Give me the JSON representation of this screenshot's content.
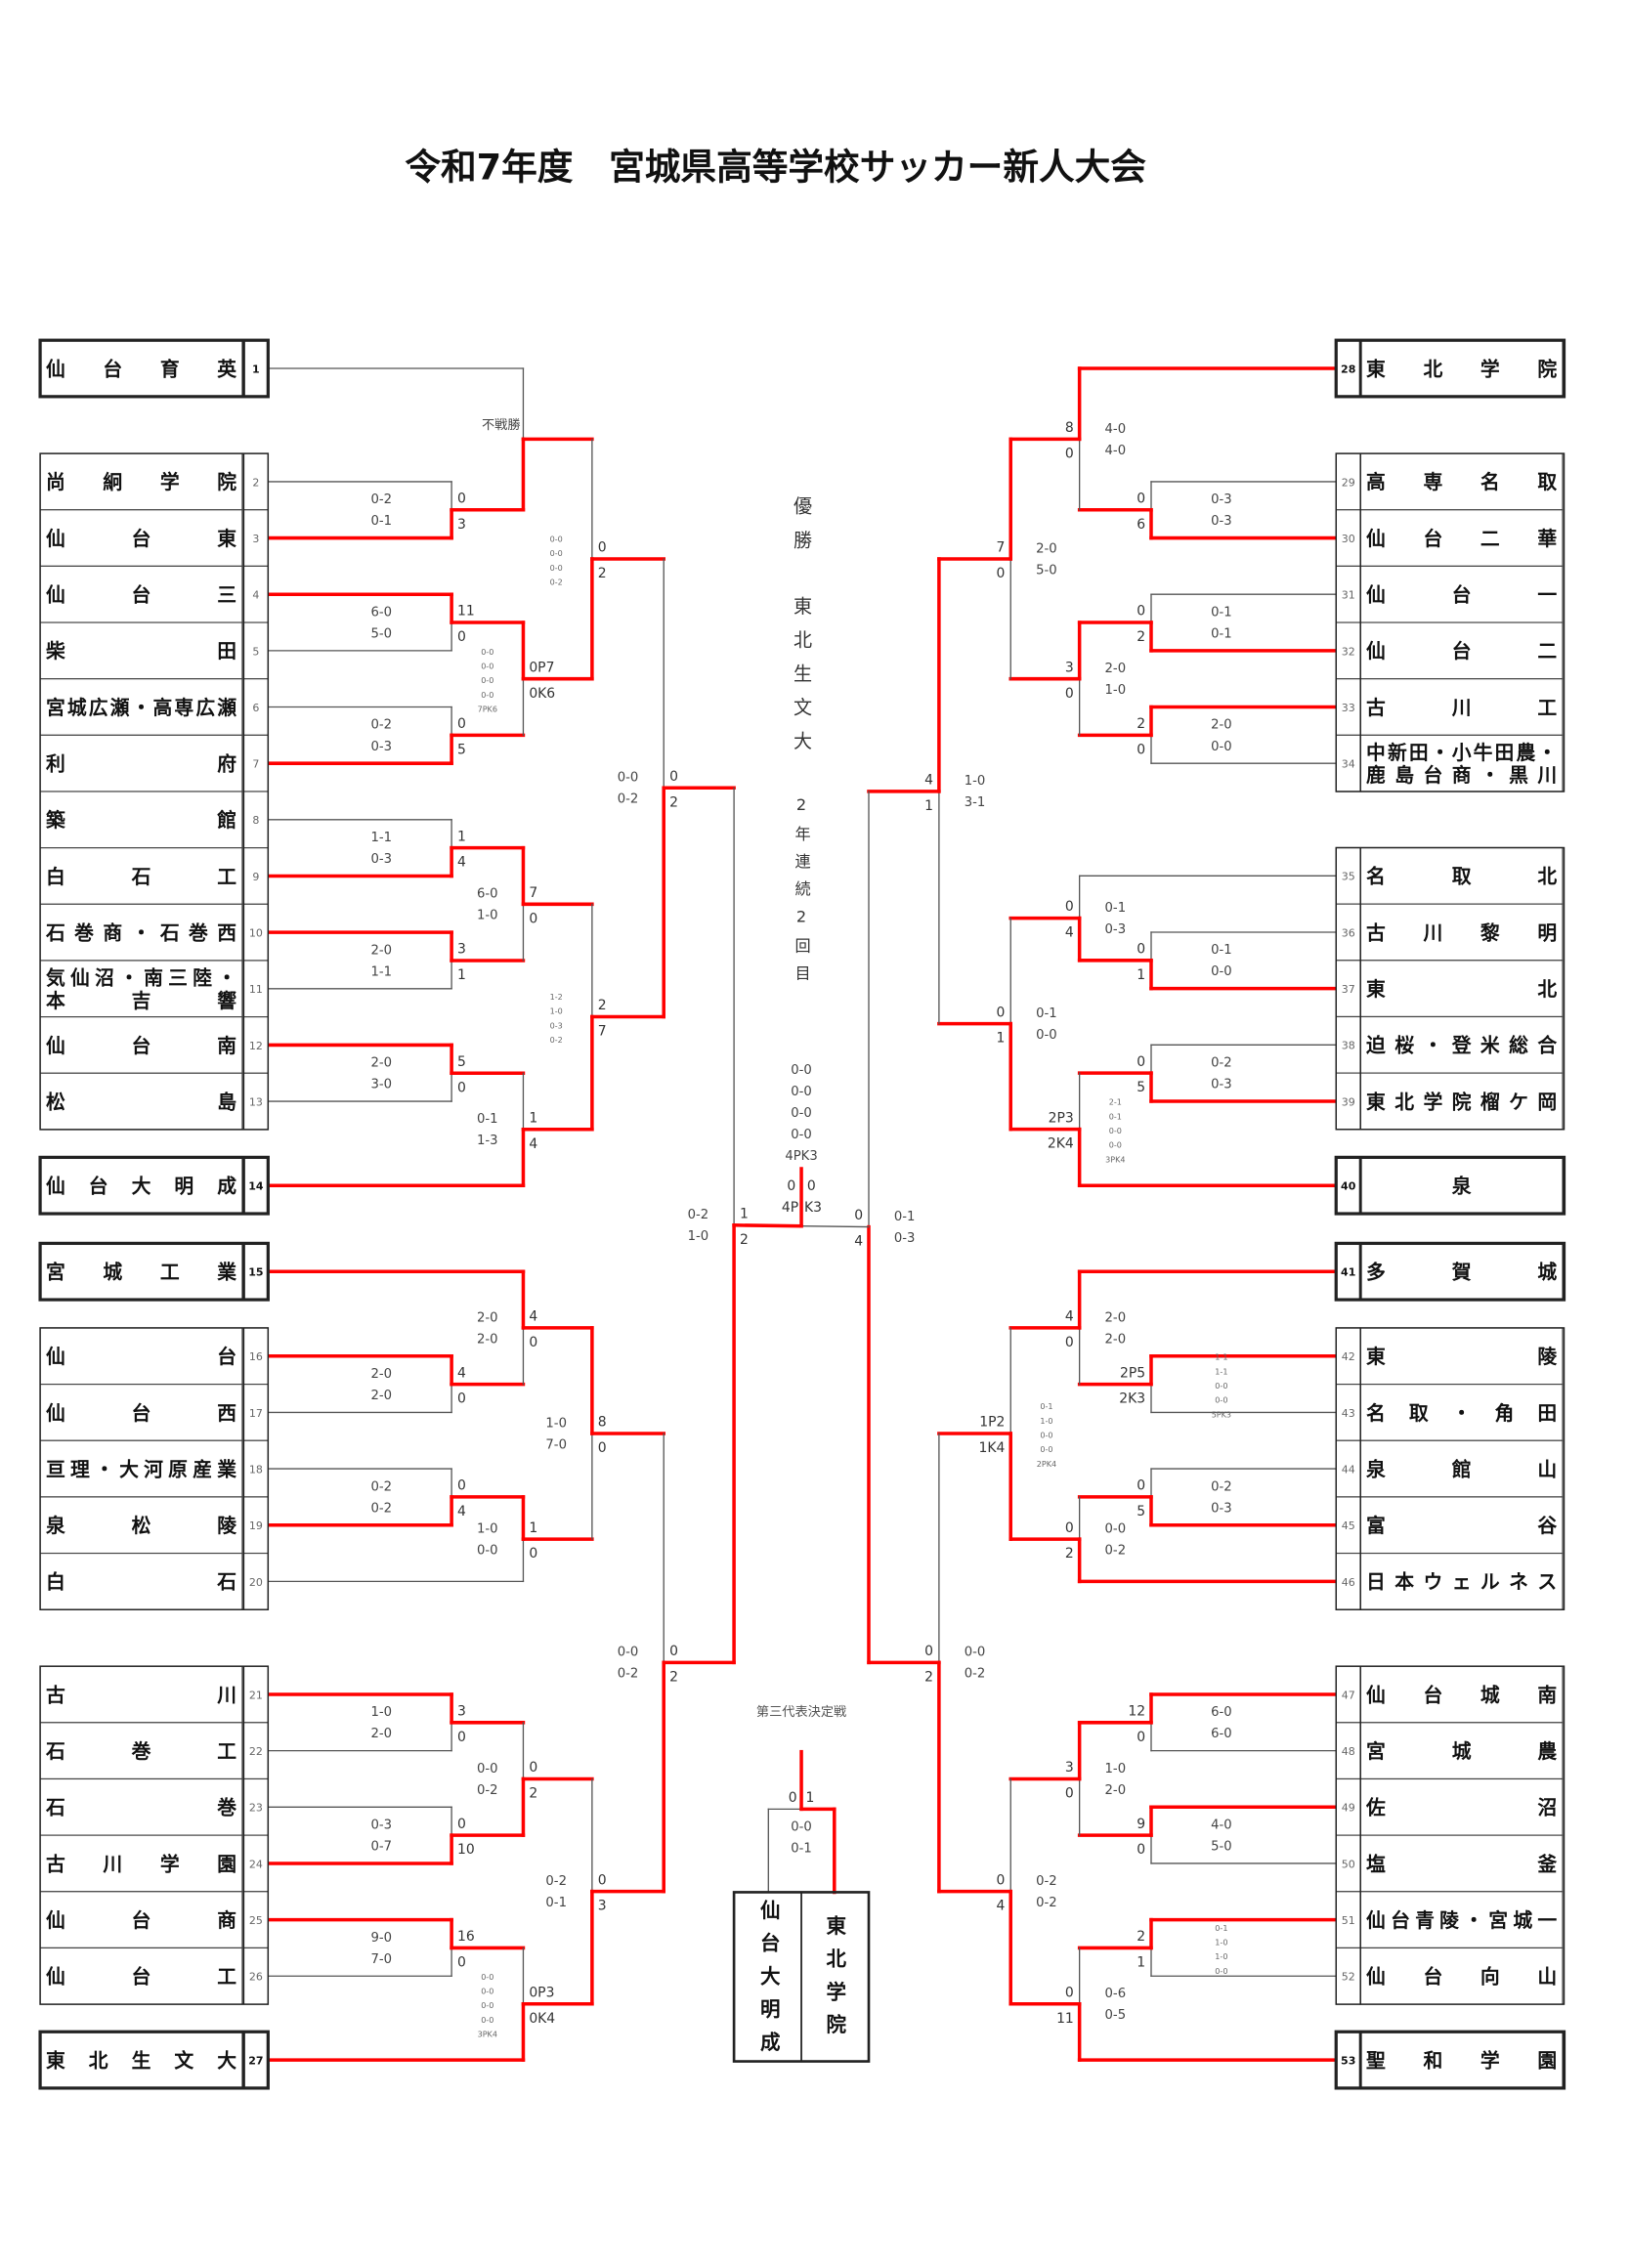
{
  "title": "令和7年度　宮城県高等学校サッカー新人大会",
  "colors": {
    "winner_line": "#ff0000",
    "bracket_line": "#555555"
  },
  "champion_banner": {
    "label": "優勝",
    "team": "東北生文大",
    "note": "2年連続2回目"
  },
  "teams": [
    {
      "no": 1,
      "name": "仙台育英",
      "seed": true
    },
    {
      "no": 2,
      "name": "尚絅学院"
    },
    {
      "no": 3,
      "name": "仙台東"
    },
    {
      "no": 4,
      "name": "仙台三"
    },
    {
      "no": 5,
      "name": "柴田"
    },
    {
      "no": 6,
      "name": "宮城広瀬・高専広瀬"
    },
    {
      "no": 7,
      "name": "利府"
    },
    {
      "no": 8,
      "name": "築館"
    },
    {
      "no": 9,
      "name": "白石工"
    },
    {
      "no": 10,
      "name": "石巻商・石巻西"
    },
    {
      "no": 11,
      "name": [
        "気仙沼・南三陸・",
        "本吉響"
      ]
    },
    {
      "no": 12,
      "name": "仙台南"
    },
    {
      "no": 13,
      "name": "松島"
    },
    {
      "no": 14,
      "name": "仙台大明成",
      "seed": true
    },
    {
      "no": 15,
      "name": "宮城工業",
      "seed": true
    },
    {
      "no": 16,
      "name": "仙台"
    },
    {
      "no": 17,
      "name": "仙台西"
    },
    {
      "no": 18,
      "name": "亘理・大河原産業"
    },
    {
      "no": 19,
      "name": "泉松陵"
    },
    {
      "no": 20,
      "name": "白石"
    },
    {
      "no": 21,
      "name": "古川"
    },
    {
      "no": 22,
      "name": "石巻工"
    },
    {
      "no": 23,
      "name": "石巻"
    },
    {
      "no": 24,
      "name": "古川学園"
    },
    {
      "no": 25,
      "name": "仙台商"
    },
    {
      "no": 26,
      "name": "仙台工"
    },
    {
      "no": 27,
      "name": "東北生文大",
      "seed": true
    },
    {
      "no": 28,
      "name": "東北学院",
      "seed": true
    },
    {
      "no": 29,
      "name": "高専名取"
    },
    {
      "no": 30,
      "name": "仙台二華"
    },
    {
      "no": 31,
      "name": "仙台一"
    },
    {
      "no": 32,
      "name": "仙台二"
    },
    {
      "no": 33,
      "name": "古川工"
    },
    {
      "no": 34,
      "name": [
        "中新田・小牛田農・",
        "鹿島台商・黒川"
      ]
    },
    {
      "no": 35,
      "name": "名取北"
    },
    {
      "no": 36,
      "name": "古川黎明"
    },
    {
      "no": 37,
      "name": "東北"
    },
    {
      "no": 38,
      "name": "迫桜・登米総合"
    },
    {
      "no": 39,
      "name": "東北学院榴ケ岡"
    },
    {
      "no": 40,
      "name": "泉",
      "seed": true
    },
    {
      "no": 41,
      "name": "多賀城",
      "seed": true
    },
    {
      "no": 42,
      "name": "東陵"
    },
    {
      "no": 43,
      "name": "名取・角田"
    },
    {
      "no": 44,
      "name": "泉館山"
    },
    {
      "no": 45,
      "name": "富谷"
    },
    {
      "no": 46,
      "name": "日本ウェルネス"
    },
    {
      "no": 47,
      "name": "仙台城南"
    },
    {
      "no": 48,
      "name": "宮城農"
    },
    {
      "no": 49,
      "name": "佐沼"
    },
    {
      "no": 50,
      "name": "塩釜"
    },
    {
      "no": 51,
      "name": "仙台青陵・宮城一"
    },
    {
      "no": 52,
      "name": "仙台向山"
    },
    {
      "no": 53,
      "name": "聖和学園",
      "seed": true
    }
  ],
  "bracket": {
    "left": {
      "a": {
        "a": {
          "a": {
            "a": 1,
            "b": {
              "a": 2,
              "b": 3,
              "sa": "0",
              "sb": "3",
              "halves": [
                "0-2",
                "0-1"
              ],
              "winner": "b"
            },
            "note": "不戦勝",
            "winner": "b"
          },
          "b": {
            "a": {
              "a": 4,
              "b": 5,
              "sa": "11",
              "sb": "0",
              "halves": [
                "6-0",
                "5-0"
              ],
              "winner": "a"
            },
            "b": {
              "a": 6,
              "b": 7,
              "sa": "0",
              "sb": "5",
              "halves": [
                "0-2",
                "0-3"
              ],
              "winner": "b"
            },
            "sa": "0P7",
            "sb": "0K6",
            "halves": [
              "0-0",
              "0-0",
              "0-0",
              "0-0",
              "7PK6"
            ],
            "winner": "a"
          },
          "sa": "0",
          "sb": "2",
          "halves": [
            "0-0",
            "0-0",
            "0-0",
            "0-2"
          ],
          "winner": "b"
        },
        "b": {
          "a": {
            "a": {
              "a": 8,
              "b": 9,
              "sa": "1",
              "sb": "4",
              "halves": [
                "1-1",
                "0-3"
              ],
              "winner": "b"
            },
            "b": {
              "a": 10,
              "b": 11,
              "sa": "3",
              "sb": "1",
              "halves": [
                "2-0",
                "1-1"
              ],
              "winner": "a"
            },
            "sa": "7",
            "sb": "0",
            "halves": [
              "6-0",
              "1-0"
            ],
            "winner": "a"
          },
          "b": {
            "a": {
              "a": 12,
              "b": 13,
              "sa": "5",
              "sb": "0",
              "halves": [
                "2-0",
                "3-0"
              ],
              "winner": "a"
            },
            "b": 14,
            "sa": "1",
            "sb": "4",
            "halves": [
              "0-1",
              "1-3"
            ],
            "winner": "b"
          },
          "sa": "2",
          "sb": "7",
          "halves": [
            "1-2",
            "1-0",
            "0-3",
            "0-2"
          ],
          "winner": "b"
        },
        "sa": "0",
        "sb": "2",
        "halves": [
          "0-0",
          "0-2"
        ],
        "winner": "b"
      },
      "b": {
        "a": {
          "a": {
            "a": 15,
            "b": {
              "a": 16,
              "b": 17,
              "sa": "4",
              "sb": "0",
              "halves": [
                "2-0",
                "2-0"
              ],
              "winner": "a"
            },
            "sa": "4",
            "sb": "0",
            "halves": [
              "2-0",
              "2-0"
            ],
            "winner": "a"
          },
          "b": {
            "a": {
              "a": 18,
              "b": 19,
              "sa": "0",
              "sb": "4",
              "halves": [
                "0-2",
                "0-2"
              ],
              "winner": "b"
            },
            "b": 20,
            "sa": "1",
            "sb": "0",
            "halves": [
              "1-0",
              "0-0"
            ],
            "winner": "a"
          },
          "sa": "8",
          "sb": "0",
          "halves": [
            "1-0",
            "7-0"
          ],
          "winner": "a"
        },
        "b": {
          "a": {
            "a": {
              "a": 21,
              "b": 22,
              "sa": "3",
              "sb": "0",
              "halves": [
                "1-0",
                "2-0"
              ],
              "winner": "a"
            },
            "b": {
              "a": 23,
              "b": 24,
              "sa": "0",
              "sb": "10",
              "halves": [
                "0-3",
                "0-7"
              ],
              "winner": "b"
            },
            "sa": "0",
            "sb": "2",
            "halves": [
              "0-0",
              "0-2"
            ],
            "winner": "b"
          },
          "b": {
            "a": {
              "a": 25,
              "b": 26,
              "sa": "16",
              "sb": "0",
              "halves": [
                "9-0",
                "7-0"
              ],
              "winner": "a"
            },
            "b": 27,
            "sa": "0P3",
            "sb": "0K4",
            "halves": [
              "0-0",
              "0-0",
              "0-0",
              "0-0",
              "3PK4"
            ],
            "winner": "b"
          },
          "sa": "0",
          "sb": "3",
          "halves": [
            "0-2",
            "0-1"
          ],
          "winner": "b"
        },
        "sa": "0",
        "sb": "2",
        "halves": [
          "0-0",
          "0-2"
        ],
        "winner": "b"
      },
      "sa": "1",
      "sb": "2",
      "halves": [
        "0-2",
        "1-0"
      ],
      "winner": "b"
    },
    "right": {
      "a": {
        "a": {
          "a": {
            "a": 28,
            "b": {
              "a": 29,
              "b": 30,
              "sa": "0",
              "sb": "6",
              "halves": [
                "0-3",
                "0-3"
              ],
              "winner": "b"
            },
            "sa": "8",
            "sb": "0",
            "halves": [
              "4-0",
              "4-0"
            ],
            "winner": "a"
          },
          "b": {
            "a": {
              "a": 31,
              "b": 32,
              "sa": "0",
              "sb": "2",
              "halves": [
                "0-1",
                "0-1"
              ],
              "winner": "b"
            },
            "b": {
              "a": 33,
              "b": 34,
              "sa": "2",
              "sb": "0",
              "halves": [
                "2-0",
                "0-0"
              ],
              "winner": "a"
            },
            "sa": "3",
            "sb": "0",
            "halves": [
              "2-0",
              "1-0"
            ],
            "winner": "a"
          },
          "sa": "7",
          "sb": "0",
          "halves": [
            "2-0",
            "5-0"
          ],
          "winner": "a"
        },
        "b": {
          "a": {
            "a": 35,
            "b": {
              "a": 36,
              "b": 37,
              "sa": "0",
              "sb": "1",
              "halves": [
                "0-1",
                "0-0"
              ],
              "winner": "b"
            },
            "sa": "0",
            "sb": "4",
            "halves": [
              "0-1",
              "0-3"
            ],
            "winner": "b"
          },
          "b": {
            "a": {
              "a": 38,
              "b": 39,
              "sa": "0",
              "sb": "5",
              "halves": [
                "0-2",
                "0-3"
              ],
              "winner": "b"
            },
            "b": 40,
            "sa": "2P3",
            "sb": "2K4",
            "halves": [
              "2-1",
              "0-1",
              "0-0",
              "0-0",
              "3PK4"
            ],
            "winner": "b"
          },
          "sa": "0",
          "sb": "1",
          "halves": [
            "0-1",
            "0-0"
          ],
          "winner": "b"
        },
        "sa": "4",
        "sb": "1",
        "halves": [
          "1-0",
          "3-1"
        ],
        "winner": "a"
      },
      "b": {
        "a": {
          "a": {
            "a": 41,
            "b": {
              "a": 42,
              "b": 43,
              "sa": "2P5",
              "sb": "2K3",
              "halves": [
                "1-1",
                "1-1",
                "0-0",
                "0-0",
                "5PK3"
              ],
              "winner": "a"
            },
            "sa": "4",
            "sb": "0",
            "halves": [
              "2-0",
              "2-0"
            ],
            "winner": "a"
          },
          "b": {
            "a": {
              "a": 44,
              "b": 45,
              "sa": "0",
              "sb": "5",
              "halves": [
                "0-2",
                "0-3"
              ],
              "winner": "b"
            },
            "b": 46,
            "sa": "0",
            "sb": "2",
            "halves": [
              "0-0",
              "0-2"
            ],
            "winner": "b"
          },
          "sa": "1P2",
          "sb": "1K4",
          "halves": [
            "0-1",
            "1-0",
            "0-0",
            "0-0",
            "2PK4"
          ],
          "winner": "b"
        },
        "b": {
          "a": {
            "a": {
              "a": 47,
              "b": 48,
              "sa": "12",
              "sb": "0",
              "halves": [
                "6-0",
                "6-0"
              ],
              "winner": "a"
            },
            "b": {
              "a": 49,
              "b": 50,
              "sa": "9",
              "sb": "0",
              "halves": [
                "4-0",
                "5-0"
              ],
              "winner": "a"
            },
            "sa": "3",
            "sb": "0",
            "halves": [
              "1-0",
              "2-0"
            ],
            "winner": "a"
          },
          "b": {
            "a": {
              "a": 51,
              "b": 52,
              "sa": "2",
              "sb": "1",
              "halves": [
                "0-1",
                "1-0",
                "1-0",
                "0-0"
              ],
              "winner": "a"
            },
            "b": 53,
            "sa": "0",
            "sb": "11",
            "halves": [
              "0-6",
              "0-5"
            ],
            "winner": "b"
          },
          "sa": "0",
          "sb": "4",
          "halves": [
            "0-2",
            "0-2"
          ],
          "winner": "b"
        },
        "sa": "0",
        "sb": "2",
        "halves": [
          "0-0",
          "0-2"
        ],
        "winner": "b"
      },
      "sa": "0",
      "sb": "4",
      "halves": [
        "0-1",
        "0-3"
      ],
      "winner": "b"
    },
    "final": {
      "score_left": "0",
      "score_right": "0",
      "pk_left": "4P",
      "pk_right": "K3",
      "halves": [
        "0-0",
        "0-0",
        "0-0",
        "0-0",
        "4PK3"
      ],
      "winner": "left"
    }
  },
  "third_place": {
    "title": "第三代表決定戦",
    "left_team": "仙台大明成",
    "right_team": "東北学院",
    "score_left": "0",
    "score_right": "1",
    "halves": [
      "0-0",
      "0-1"
    ],
    "winner": "right"
  }
}
